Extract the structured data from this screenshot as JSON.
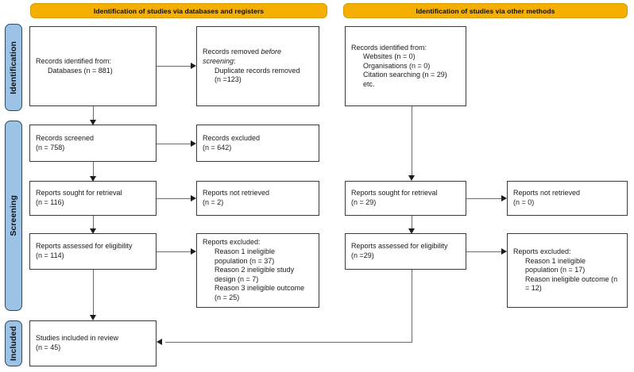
{
  "chart_data": {
    "type": "diagram",
    "title": "PRISMA 2020 flow diagram",
    "diagram_kind": "prisma-flow"
  },
  "colors": {
    "banner_fill": "#F5AF00",
    "stage_tab_fill": "#9CC3E5",
    "stage_tab_border": "#2E4B66",
    "node_border": "#3a3a3a",
    "connector": "#6b6b6b",
    "page_background": "#FFFFFF"
  },
  "stages": [
    {
      "label": "Identification"
    },
    {
      "label": "Screening"
    },
    {
      "label": "Included"
    }
  ],
  "banners": [
    {
      "label": "Identification of studies via databases and registers"
    },
    {
      "label": "Identification of studies via other methods"
    }
  ],
  "databases_column": {
    "identified": {
      "line1": "Records identified from:",
      "line2": "Databases (n = 881)"
    },
    "removed": {
      "line1_a": "Records removed ",
      "line1_b": "before",
      "line2_a": "screening",
      "line2_b": ":",
      "line3": "Duplicate records removed",
      "line4": "(n =123)"
    },
    "screened": {
      "line1": "Records screened",
      "line2": "(n = 758)"
    },
    "excluded_screened": {
      "line1": "Records excluded",
      "line2": "(n = 642)"
    },
    "sought": {
      "line1": "Reports sought for retrieval",
      "line2": "(n = 116)"
    },
    "not_retrieved": {
      "line1": "Reports not retrieved",
      "line2": "(n = 2)"
    },
    "assessed": {
      "line1": "Reports assessed for eligibility",
      "line2": "(n = 114)"
    },
    "excluded_assessed": {
      "line1": "Reports excluded:",
      "line2": "Reason 1 ineligible",
      "line3": "population (n = 37)",
      "line4": "Reason 2 ineligible study",
      "line5": "design (n = 7)",
      "line6": "Reason 3 ineligible outcome",
      "line7": "(n = 25)"
    }
  },
  "other_methods_column": {
    "identified": {
      "line1": "Records identified from:",
      "line2": "Websites (n = 0)",
      "line3": "Organisations (n = 0)",
      "line4": "Citation searching (n = 29)",
      "line5": "etc."
    },
    "sought": {
      "line1": "Reports sought for retrieval",
      "line2": "(n = 29)"
    },
    "not_retrieved": {
      "line1": "Reports not retrieved",
      "line2": "(n = 0)"
    },
    "assessed": {
      "line1": "Reports assessed for eligibility",
      "line2": "(n =29)"
    },
    "excluded_assessed": {
      "line1": "Reports excluded:",
      "line2": "Reason 1 ineligible",
      "line3": "population (n = 17)",
      "line4": "Reason ineligible outcome (n",
      "line5": "= 12)"
    }
  },
  "included": {
    "studies": {
      "line1": "Studies included in review",
      "line2": "(n = 45)"
    }
  }
}
